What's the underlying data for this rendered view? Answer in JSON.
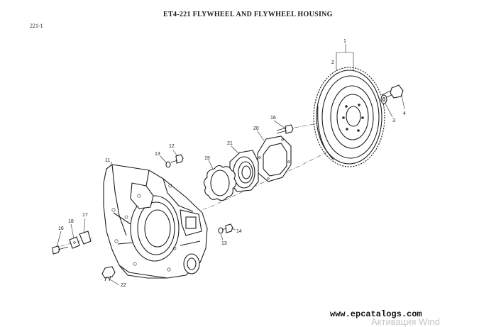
{
  "header": {
    "title": "ET4-221    FLYWHEEL AND FLYWHEEL HOUSING",
    "page_code": "221-1"
  },
  "callouts": [
    {
      "id": "c1",
      "label": "1"
    },
    {
      "id": "c2",
      "label": "2"
    },
    {
      "id": "c3",
      "label": "3"
    },
    {
      "id": "c4",
      "label": "4"
    },
    {
      "id": "c11",
      "label": "11"
    },
    {
      "id": "c12",
      "label": "12"
    },
    {
      "id": "c13a",
      "label": "13"
    },
    {
      "id": "c13b",
      "label": "13"
    },
    {
      "id": "c14",
      "label": "14"
    },
    {
      "id": "c16a",
      "label": "16"
    },
    {
      "id": "c16b",
      "label": "16"
    },
    {
      "id": "c17",
      "label": "17"
    },
    {
      "id": "c18",
      "label": "18"
    },
    {
      "id": "c19",
      "label": "19"
    },
    {
      "id": "c20",
      "label": "20"
    },
    {
      "id": "c21",
      "label": "21"
    },
    {
      "id": "c22",
      "label": "22"
    }
  ],
  "footer": {
    "website": "www.epcatalogs.com",
    "watermark": "Активация Wind"
  }
}
